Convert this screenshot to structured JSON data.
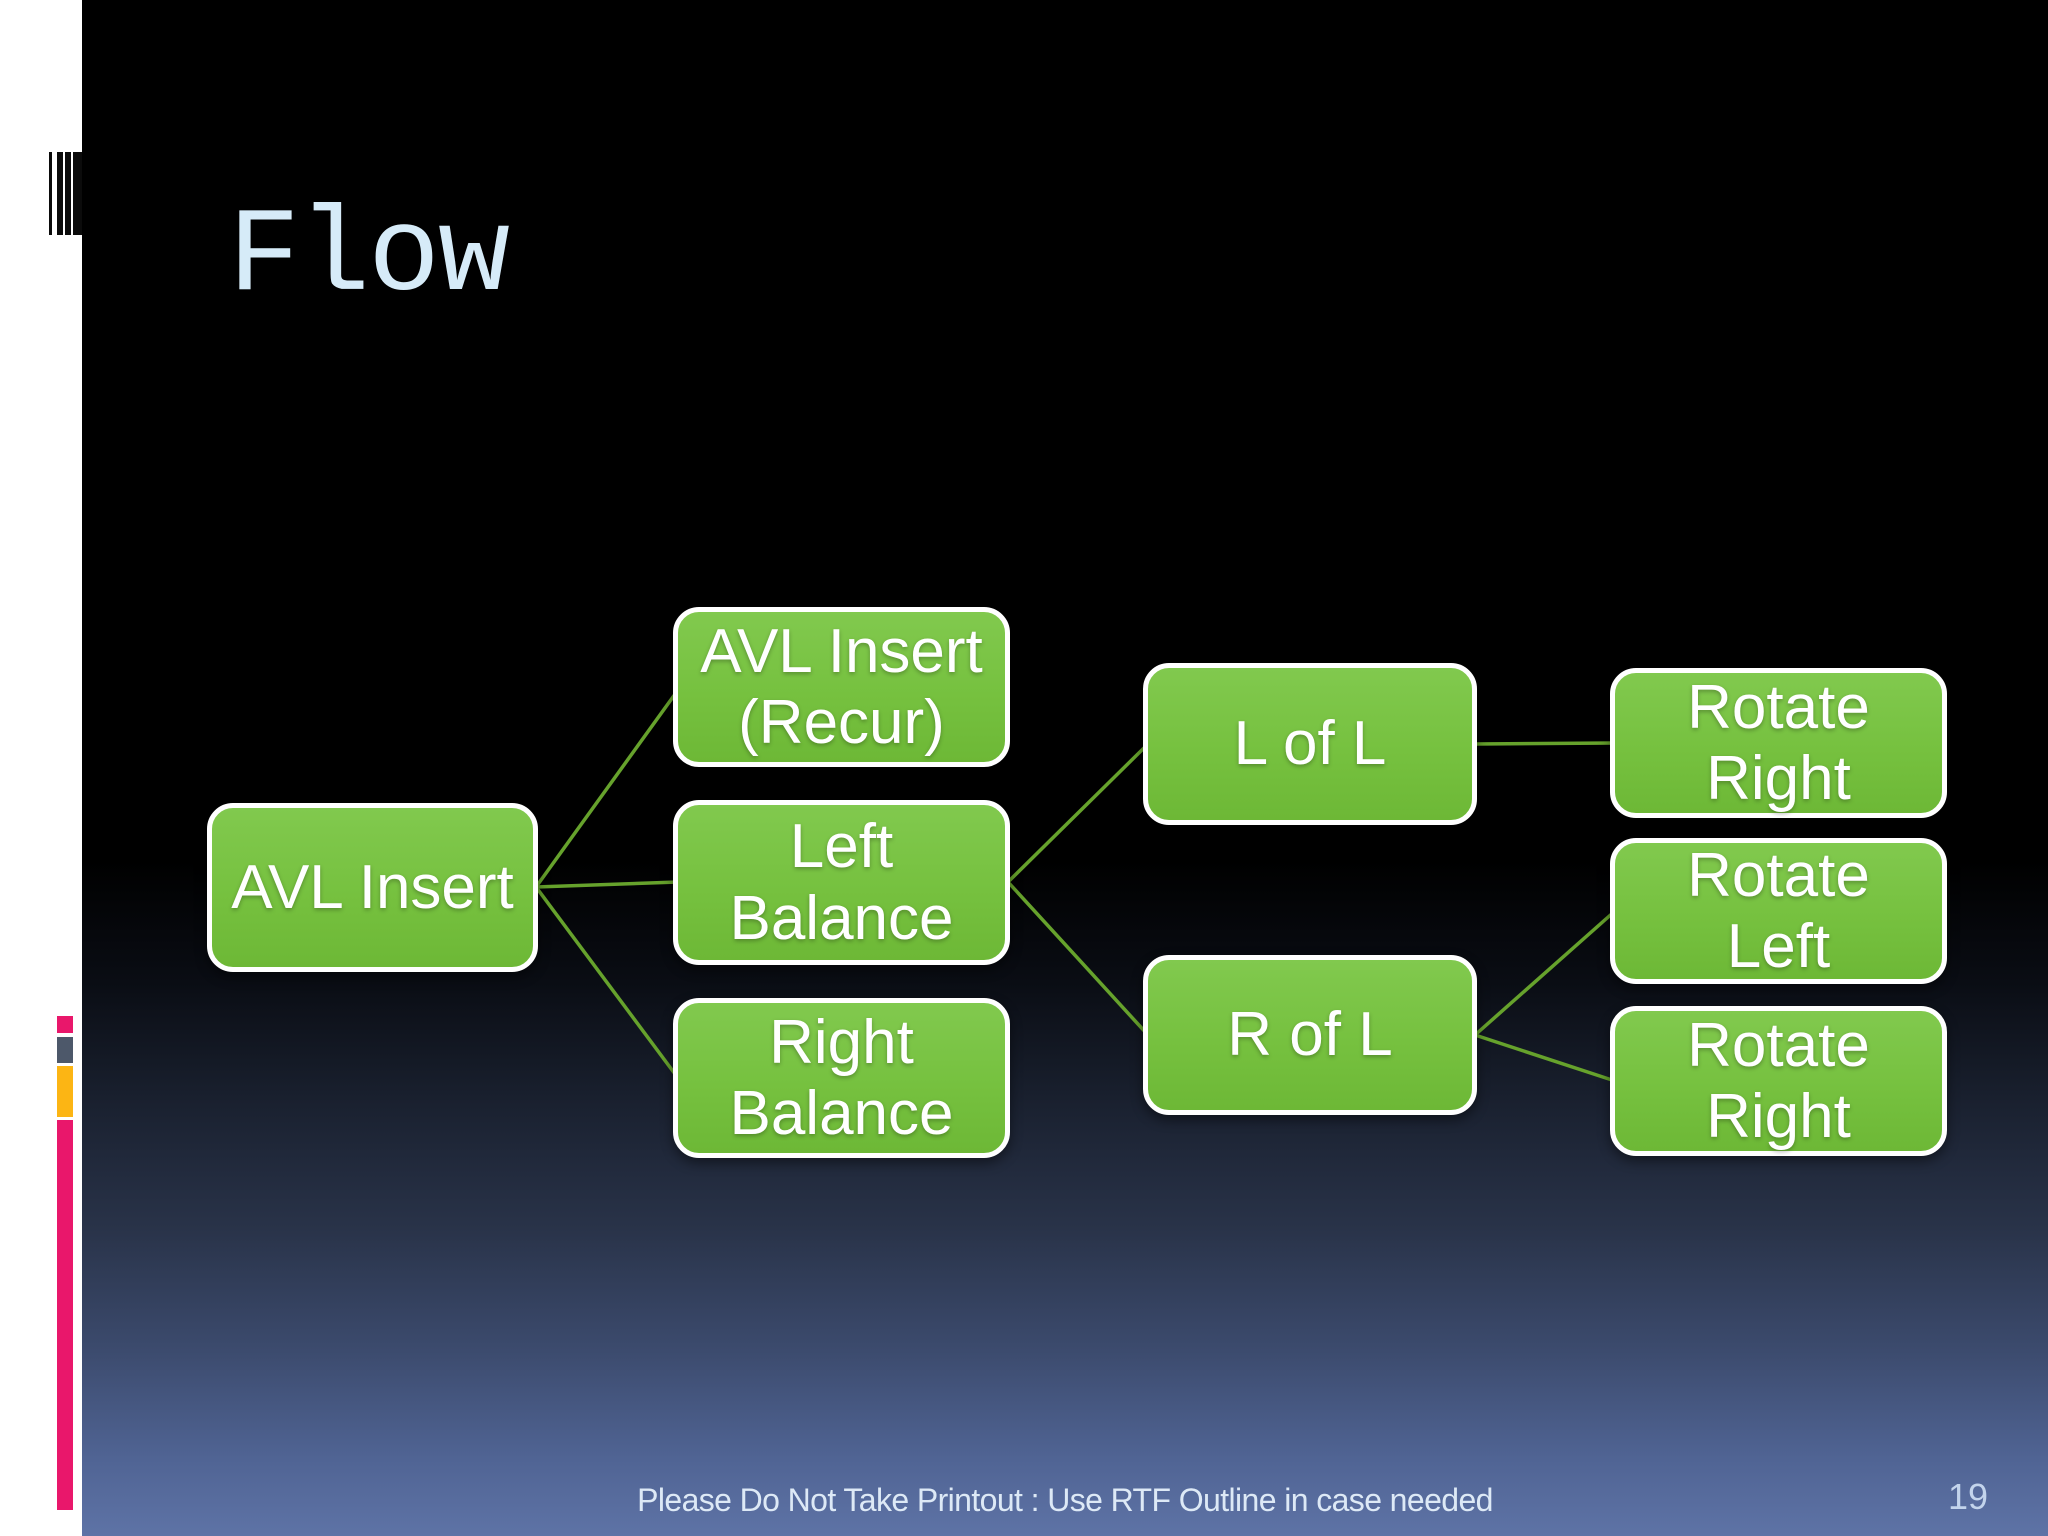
{
  "slide": {
    "title": "Flow",
    "footer": "Please Do Not Take Printout : Use RTF Outline in case needed",
    "page_number": "19"
  },
  "colors": {
    "node_fill": "#76c13f",
    "node_border": "#ffffff",
    "node_text": "#ffffff",
    "connector": "#66a22c",
    "title_text": "#d6ebf8",
    "footer_text": "#dde9f6",
    "background_top": "#000000",
    "background_bottom": "#5e73a6",
    "rail_background": "#ffffff",
    "accent_pink": "#e9176b",
    "accent_gray": "#4d586a",
    "accent_orange": "#fcb514",
    "barcode_black": "#0b0b0b"
  },
  "diagram": {
    "nodes": [
      {
        "id": "avl-insert",
        "label": "AVL Insert"
      },
      {
        "id": "avl-insert-recur",
        "label": "AVL Insert (Recur)"
      },
      {
        "id": "left-balance",
        "label": "Left Balance"
      },
      {
        "id": "right-balance",
        "label": "Right Balance"
      },
      {
        "id": "l-of-l",
        "label": "L of L"
      },
      {
        "id": "r-of-l",
        "label": "R of L"
      },
      {
        "id": "rotate-right-1",
        "label": "Rotate Right"
      },
      {
        "id": "rotate-left",
        "label": "Rotate Left"
      },
      {
        "id": "rotate-right-2",
        "label": "Rotate Right"
      }
    ],
    "edges": [
      {
        "from": "avl-insert",
        "to": "avl-insert-recur"
      },
      {
        "from": "avl-insert",
        "to": "left-balance"
      },
      {
        "from": "avl-insert",
        "to": "right-balance"
      },
      {
        "from": "left-balance",
        "to": "l-of-l"
      },
      {
        "from": "left-balance",
        "to": "r-of-l"
      },
      {
        "from": "l-of-l",
        "to": "rotate-right-1"
      },
      {
        "from": "r-of-l",
        "to": "rotate-left"
      },
      {
        "from": "r-of-l",
        "to": "rotate-right-2"
      }
    ]
  }
}
